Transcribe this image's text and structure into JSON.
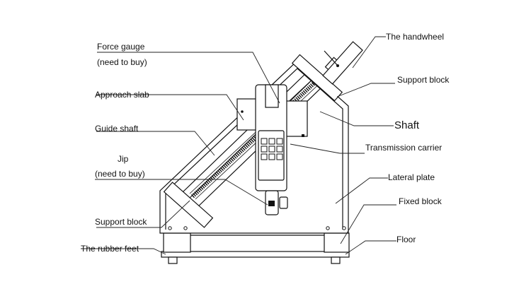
{
  "labels": {
    "force_gauge": "Force gauge",
    "force_gauge_note": "(need to buy)",
    "approach_slab": "Approach slab",
    "guide_shaft": "Guide shaft",
    "jip": "Jip",
    "jip_note": "(need to buy)",
    "support_block_left": "Support block",
    "rubber_feet": "The rubber feet",
    "handwheel": "The handwheel",
    "support_block_right": "Support block",
    "shaft": "Shaft",
    "transmission_carrier": "Transmission carrier",
    "lateral_plate": "Lateral plate",
    "fixed_block": "Fixed block",
    "floor": "Floor"
  }
}
